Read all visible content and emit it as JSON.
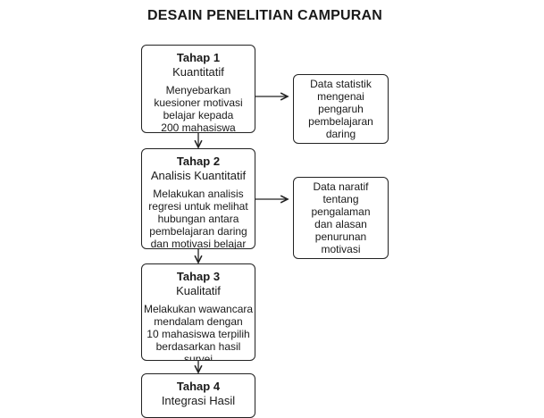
{
  "title": "DESAIN PENELITIAN CAMPURAN",
  "stages": [
    {
      "heading": "Tahap 1",
      "subtitle": "Kuantitatif",
      "lines": [
        "Menyebarkan",
        "kuesioner motivasi",
        "belajar kepada",
        "200 mahasiswa"
      ]
    },
    {
      "heading": "Tahap 2",
      "subtitle": "Analisis Kuantitatif",
      "lines": [
        "Melakukan analisis",
        "regresi untuk melihat",
        "hubungan antara",
        "pembelajaran daring",
        "dan motivasi belajar"
      ]
    },
    {
      "heading": "Tahap 3",
      "subtitle": "Kualitatif",
      "lines": [
        "Melakukan wawancara",
        "mendalam dengan",
        "10 mahasiswa terpilih",
        "berdasarkan hasil",
        "survei"
      ]
    },
    {
      "heading": "Tahap 4",
      "subtitle": "Integrasi Hasil",
      "lines": []
    }
  ],
  "outputs": [
    {
      "lines": [
        "Data statistik",
        "mengenai",
        "pengaruh",
        "pembelajaran",
        "daring"
      ]
    },
    {
      "lines": [
        "Data naratif",
        "tentang",
        "pengalaman",
        "dan alasan",
        "penurunan",
        "motivasi"
      ]
    }
  ]
}
